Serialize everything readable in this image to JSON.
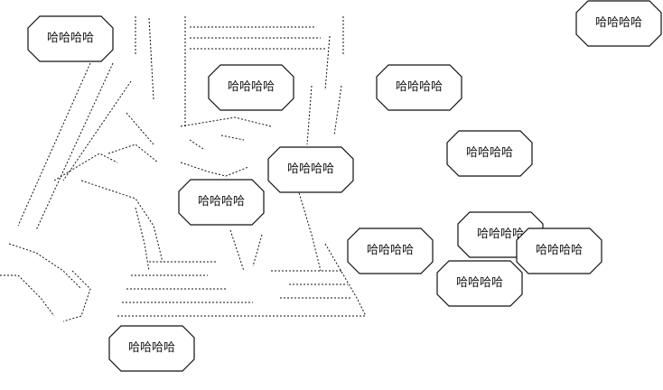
{
  "bubbles": [
    {
      "text": "哈哈哈哈"
    },
    {
      "text": "哈哈哈哈"
    },
    {
      "text": "哈哈哈哈"
    },
    {
      "text": "哈哈哈哈"
    },
    {
      "text": "哈哈哈哈"
    },
    {
      "text": "哈哈哈哈"
    },
    {
      "text": "哈哈哈哈"
    },
    {
      "text": "哈哈哈哈"
    },
    {
      "text": "哈哈哈哈"
    },
    {
      "text": "哈哈哈哈"
    },
    {
      "text": "哈哈哈哈"
    },
    {
      "text": "哈哈哈哈"
    }
  ],
  "colors": {
    "line": "#111111",
    "background": "#ffffff",
    "bubble_fill": "#ffffff"
  }
}
